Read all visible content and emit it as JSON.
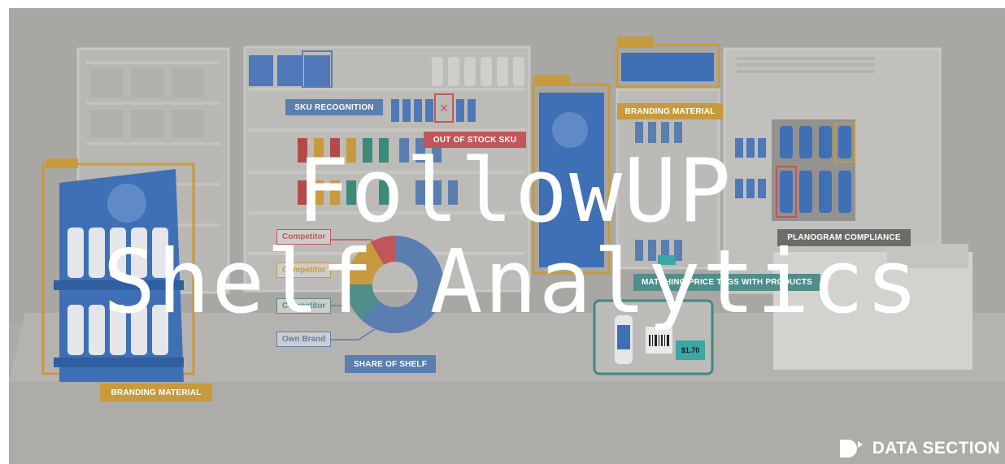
{
  "hero": {
    "line1": "FollowUP",
    "line2": "Shelf Analytics"
  },
  "annotations": {
    "sku_recognition": "SKU RECOGNITION",
    "out_of_stock": "OUT OF STOCK SKU",
    "branding_material_top": "BRANDING MATERIAL",
    "branding_material_bottom": "BRANDING MATERIAL",
    "planogram": "PLANOGRAM COMPLIANCE",
    "price_tags": "MATCHING PRICE TAGS WITH PRODUCTS",
    "share_of_shelf": "SHARE OF SHELF"
  },
  "donut_legend": [
    {
      "label": "Competitor",
      "color": "#c0565a"
    },
    {
      "label": "Competitor",
      "color": "#c79a3e"
    },
    {
      "label": "Competitor",
      "color": "#4f8e89"
    },
    {
      "label": "Own Brand",
      "color": "#5a7eb0"
    }
  ],
  "price_tag": {
    "price": "$1.70"
  },
  "brand": {
    "name": "DATA SECTION"
  }
}
